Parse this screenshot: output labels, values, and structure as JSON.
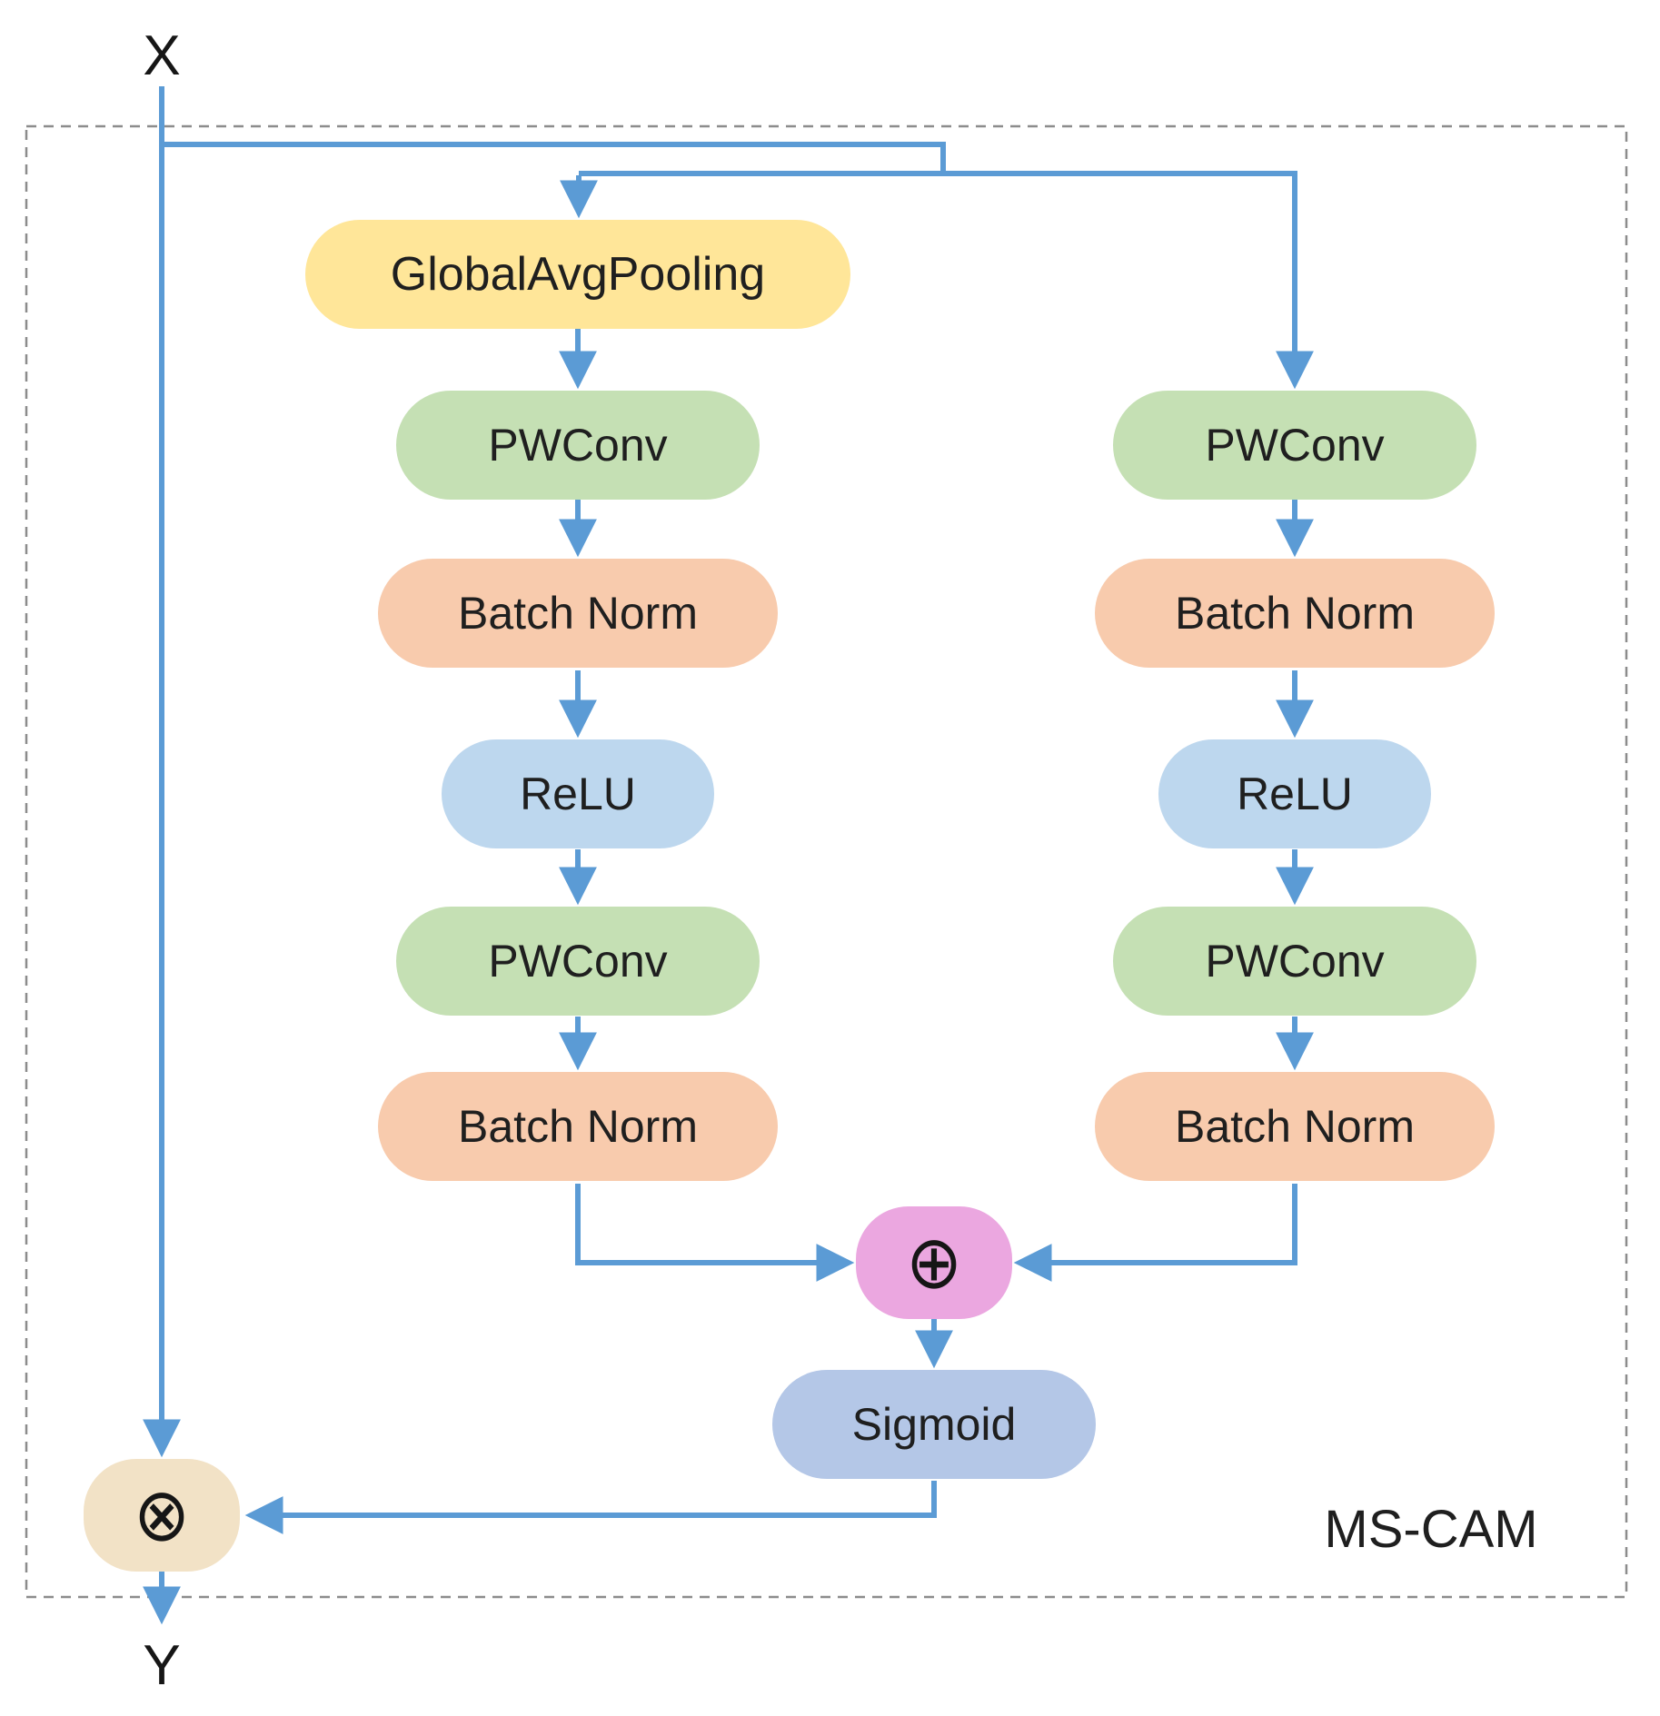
{
  "labels": {
    "input": "X",
    "output": "Y",
    "module": "MS-CAM"
  },
  "operators": {
    "add": "⊕",
    "multiply": "⊗",
    "add_color": "#EBA7E0",
    "multiply_color": "#F2E2C6"
  },
  "left_branch": [
    {
      "label": "GlobalAvgPooling",
      "color": "#FFE699"
    },
    {
      "label": "PWConv",
      "color": "#C5E0B4"
    },
    {
      "label": "Batch Norm",
      "color": "#F8CBAD"
    },
    {
      "label": "ReLU",
      "color": "#BDD7EE"
    },
    {
      "label": "PWConv",
      "color": "#C5E0B4"
    },
    {
      "label": "Batch Norm",
      "color": "#F8CBAD"
    }
  ],
  "right_branch": [
    {
      "label": "PWConv",
      "color": "#C5E0B4"
    },
    {
      "label": "Batch Norm",
      "color": "#F8CBAD"
    },
    {
      "label": "ReLU",
      "color": "#BDD7EE"
    },
    {
      "label": "PWConv",
      "color": "#C5E0B4"
    },
    {
      "label": "Batch Norm",
      "color": "#F8CBAD"
    }
  ],
  "sigmoid_node": {
    "label": "Sigmoid",
    "color": "#B4C7E7"
  },
  "colors": {
    "wire": "#5B9BD5",
    "border": "#8C8C8C",
    "text": "#1F1F1F"
  }
}
